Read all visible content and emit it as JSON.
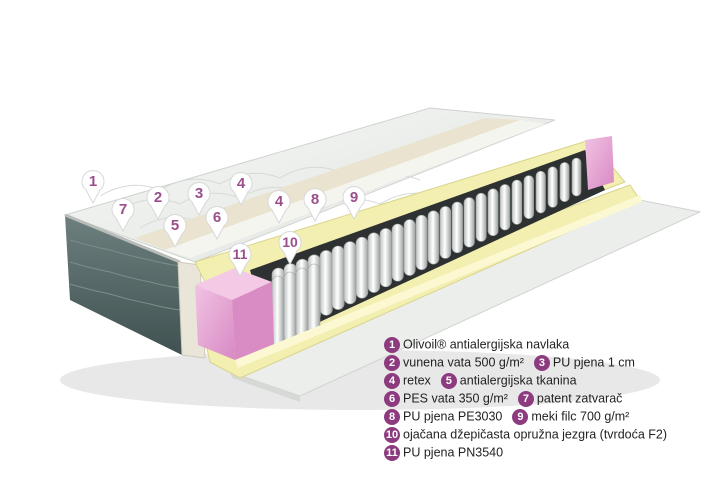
{
  "callouts": [
    {
      "n": "1"
    },
    {
      "n": "7"
    },
    {
      "n": "2"
    },
    {
      "n": "3"
    },
    {
      "n": "4"
    },
    {
      "n": "5"
    },
    {
      "n": "6"
    },
    {
      "n": "4"
    },
    {
      "n": "8"
    },
    {
      "n": "9"
    },
    {
      "n": "10"
    },
    {
      "n": "11"
    }
  ],
  "legend": [
    [
      {
        "n": "1",
        "text": "Olivoil® antialergijska navlaka"
      }
    ],
    [
      {
        "n": "2",
        "text": "vunena vata  500 g/m²"
      },
      {
        "n": "3",
        "text": "PU pjena 1 cm"
      }
    ],
    [
      {
        "n": "4",
        "text": "retex"
      },
      {
        "n": "5",
        "text": "antialergijska tkanina"
      }
    ],
    [
      {
        "n": "6",
        "text": "PES vata  350 g/m²"
      },
      {
        "n": "7",
        "text": "patent zatvarač"
      }
    ],
    [
      {
        "n": "8",
        "text": "PU pjena PE3030"
      },
      {
        "n": "9",
        "text": "meki filc 700 g/m²"
      }
    ],
    [
      {
        "n": "10",
        "text": "ojačana džepičasta opružna jezgra (tvrdoća F2)"
      }
    ],
    [
      {
        "n": "11",
        "text": "PU pjena PN3540"
      }
    ]
  ],
  "colors": {
    "accent": "#8d3b7f",
    "pink_foam": "#e7a9d6",
    "yellow_felt": "#f2efb0",
    "side_panel": "#4f6463",
    "cover": "#eef0ee"
  }
}
